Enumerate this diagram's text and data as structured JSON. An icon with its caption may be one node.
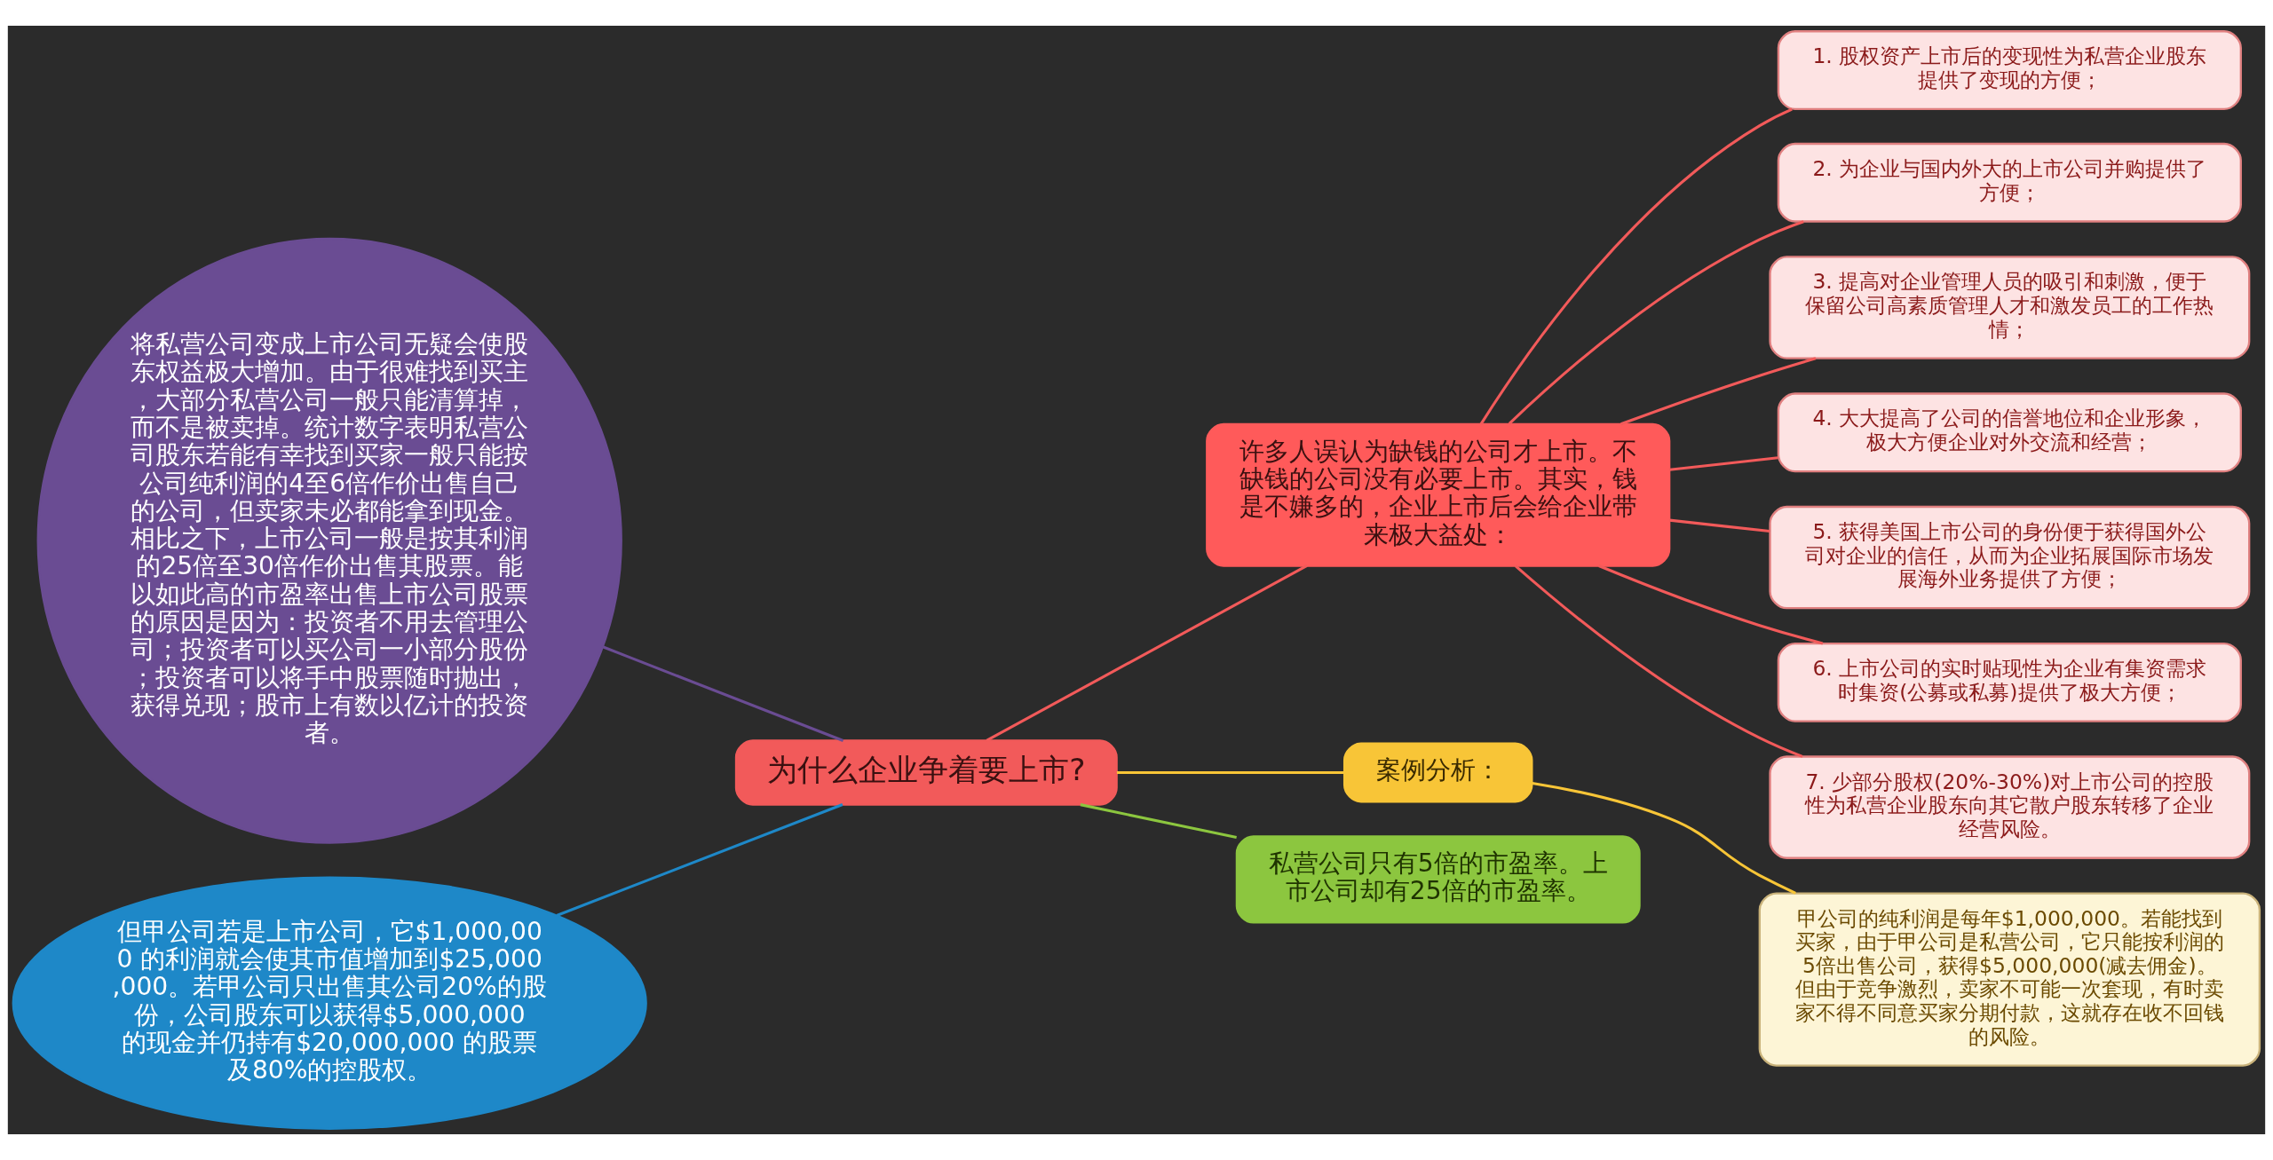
{
  "diagram": {
    "nodes": [
      {
        "text": [
          "为什么企业争着要上市?"
        ]
      },
      {
        "text": [
          "将私营公司变成上市公司无疑会使股东权益极大增加。由于很难找到买主，大部分私营公司一般只能清算掉，而不是被卖掉。统计数字表明私营公司股东若能有幸找到买家一般只能按公司纯利润的4至6倍作价出售自己的公司，但卖家未必都能拿到现金。相比之下，上市公司一般是按其利润的25倍至30倍作价出售其股票。能以如此高的市盈率出售上市公司股票的原因是因为：投资者不用去管理公司；投资者可以买公司一小部分股份；投资者可以将手中股票随时抛出，获得兑现；股市上有数以亿计的投资者。"
        ]
      },
      {
        "text": [
          "但甲公司若是上市公司，它$1,000,000 的利润就会使其市值增加到$25,000,000。若甲公司只出售其公司20%的股份，公司股东可以获得$5,000,000 的现金并仍持有$20,000,000 的股票及80%的控股权。"
        ]
      },
      {
        "text": [
          "许多人误认为缺钱的公司才上市。不缺钱的公司没有必要上市。其实，钱是不嫌多的，企业上市后会给企业带来极大益处："
        ]
      },
      {
        "text": [
          "1. 股权资产上市后的变现性为私营企业股东提供了变现的方便；"
        ]
      },
      {
        "text": [
          "2. 为企业与国内外大的上市公司并购提供了方便；"
        ]
      },
      {
        "text": [
          "3. 提高对企业管理人员的吸引和刺激，便于保留公司高素质管理人才和激发员工的工作热情；"
        ]
      },
      {
        "text": [
          "4. 大大提高了公司的信誉地位和企业形象，极大方便企业对外交流和经营；"
        ]
      },
      {
        "text": [
          "5. 获得美国上市公司的身份便于获得国外公司对企业的信任，从而为企业拓展国际市场发展海外业务提供了方便；"
        ]
      },
      {
        "text": [
          "6. 上市公司的实时贴现性为企业有集资需求时集资(公募或私募)提供了极大方便；"
        ]
      },
      {
        "text": [
          "7. 少部分股权(20%-30%)对上市公司的控股性为私营企业股东向其它散户股东转移了企业经营风险。"
        ]
      },
      {
        "text": [
          "案例分析："
        ]
      },
      {
        "text": [
          "甲公司的纯利润是每年$1,000,000。若能找到买家，由于甲公司是私营公司，它只能按利润的5倍出售公司，获得$5,000,000(减去佣金)。但由于竞争激烈，卖家不可能一次套现，有时卖家不得不同意买家分期付款，这就存在收不回钱的风险。"
        ]
      },
      {
        "text": [
          "私营公司只有5倍的市盈率。上市公司却有25倍的市盈率。"
        ]
      }
    ],
    "edges": [
      {
        "from": 0,
        "to": 1,
        "arrow": "none",
        "color": "#6a4c93"
      },
      {
        "from": 0,
        "to": 2,
        "arrow": "none",
        "color": "#1e88c8"
      },
      {
        "from": 0,
        "to": 3,
        "arrow": "none"
      },
      {
        "from": 3,
        "to": 4,
        "arrow": "none"
      },
      {
        "from": 3,
        "to": 5,
        "arrow": "none"
      },
      {
        "from": 3,
        "to": 6,
        "arrow": "none"
      },
      {
        "from": 3,
        "to": 7,
        "arrow": "none"
      },
      {
        "from": 3,
        "to": 8,
        "arrow": "none"
      },
      {
        "from": 3,
        "to": 9,
        "arrow": "none"
      },
      {
        "from": 3,
        "to": 10,
        "arrow": "none"
      },
      {
        "from": 0,
        "to": 11,
        "arrow": "none",
        "color": "#f8c537"
      },
      {
        "from": 11,
        "to": 12,
        "arrow": "none",
        "color": "#f8c537"
      },
      {
        "from": 0,
        "to": 13,
        "arrow": "none",
        "color": "#8cc63f"
      }
    ]
  }
}
